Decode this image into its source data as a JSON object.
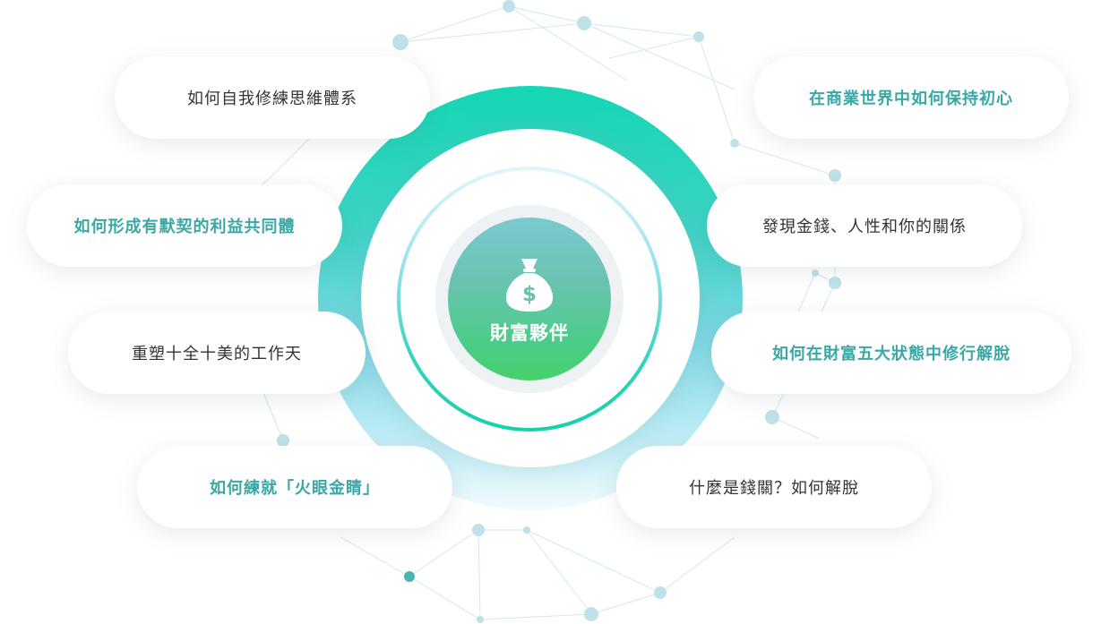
{
  "center": {
    "label": "財富夥伴",
    "icon": "money-bag-icon"
  },
  "topics_left": [
    {
      "label": "如何自我修練思維體系",
      "highlight": false
    },
    {
      "label": "如何形成有默契的利益共同體",
      "highlight": true
    },
    {
      "label": "重塑十全十美的工作天",
      "highlight": false
    },
    {
      "label": "如何練就「火眼金睛」",
      "highlight": true
    }
  ],
  "topics_right": [
    {
      "label": "在商業世界中如何保持初心",
      "highlight": true
    },
    {
      "label": "發現金錢、人性和你的關係",
      "highlight": false
    },
    {
      "label": "如何在財富五大狀態中修行解脫",
      "highlight": true
    },
    {
      "label": "什麼是錢關？如何解脫",
      "highlight": false
    }
  ],
  "colors": {
    "accent_text": "#3aa8a6",
    "body_text": "#333333",
    "ring_top": "#14d6b3",
    "core_bottom": "#46d06d"
  }
}
